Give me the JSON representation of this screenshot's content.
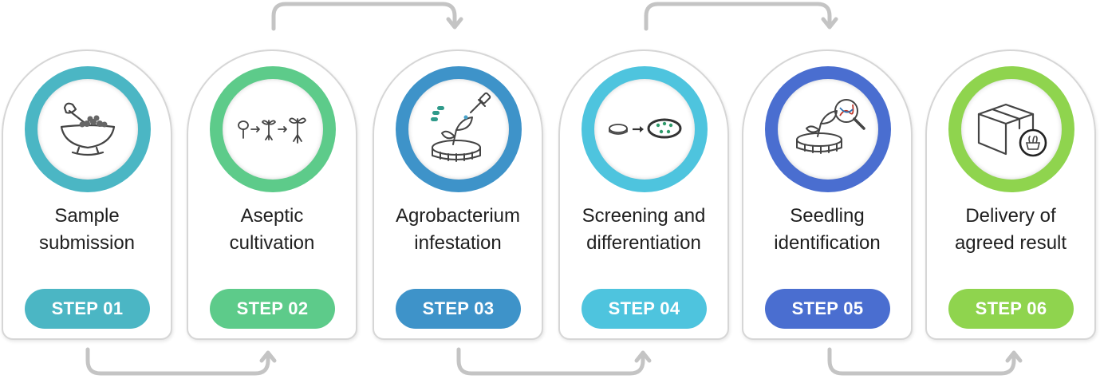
{
  "steps": [
    {
      "title_lines": [
        "Sample",
        "submission"
      ],
      "badge": "STEP 01",
      "color": "#4bb6c4",
      "icon": "bowl-scoop-icon"
    },
    {
      "title_lines": [
        "Aseptic",
        "cultivation"
      ],
      "badge": "STEP 02",
      "color": "#5dcb8a",
      "icon": "seed-to-seedling-icon"
    },
    {
      "title_lines": [
        "Agrobacterium",
        "infestation"
      ],
      "badge": "STEP 03",
      "color": "#3e93c9",
      "icon": "petri-dropper-icon"
    },
    {
      "title_lines": [
        "Screening and",
        "differentiation"
      ],
      "badge": "STEP 04",
      "color": "#4ec4de",
      "icon": "petri-screening-icon"
    },
    {
      "title_lines": [
        "Seedling",
        "identification"
      ],
      "badge": "STEP 05",
      "color": "#4a6ed0",
      "icon": "seedling-magnifier-icon"
    },
    {
      "title_lines": [
        "Delivery of",
        "agreed result"
      ],
      "badge": "STEP 06",
      "color": "#8fd44e",
      "icon": "package-delivery-icon"
    }
  ],
  "connector_color": "#c4c4c4"
}
